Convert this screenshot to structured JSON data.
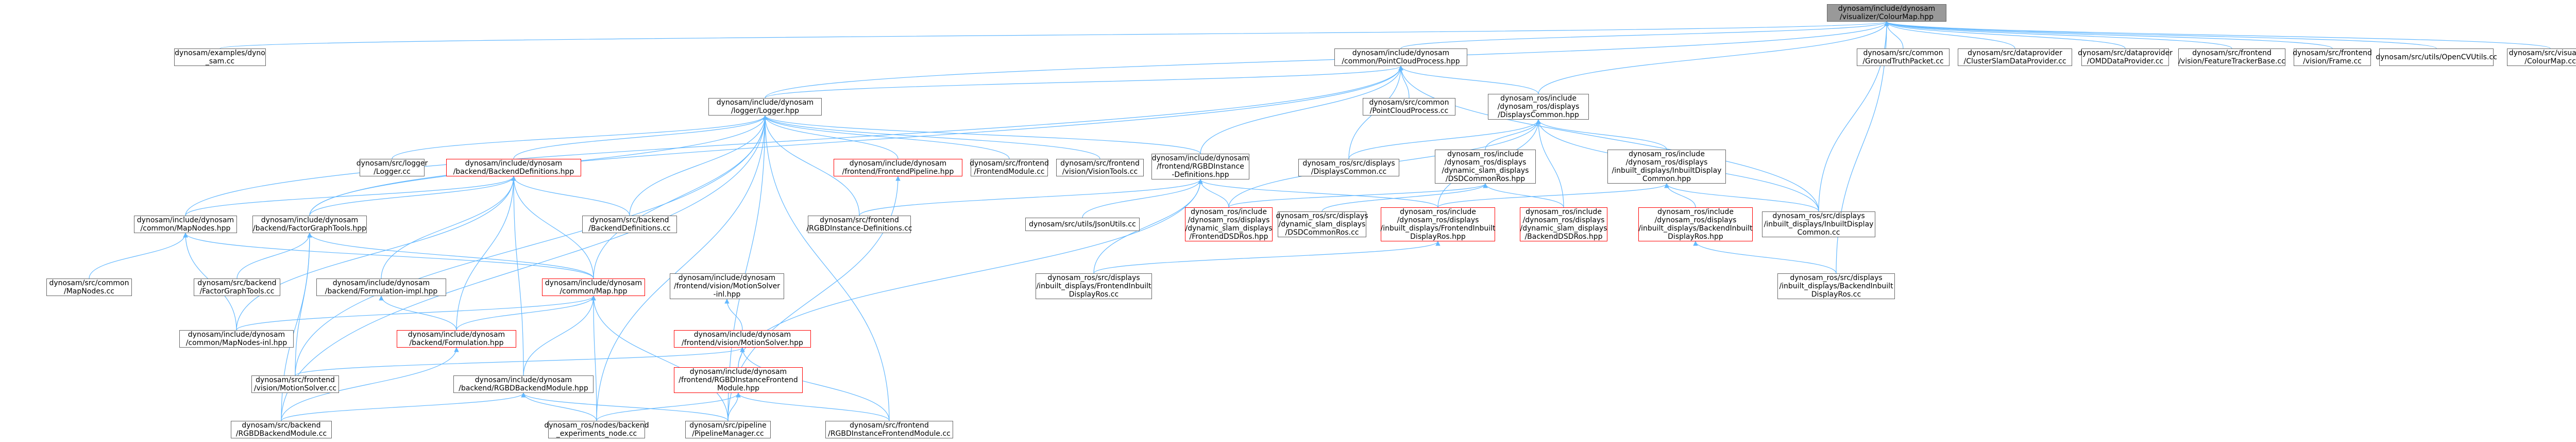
{
  "colors": {
    "edge": "#63b8ff",
    "node_border": "#666666",
    "highlight_border": "#ff0000",
    "root_fill": "#999999",
    "background": "#ffffff"
  },
  "nodes": [
    {
      "id": "root",
      "lines": [
        "dynosam/include/dynosam",
        "/visualizer/ColourMap.hpp"
      ],
      "style": "root"
    },
    {
      "id": "example_dyno_sam",
      "lines": [
        "dynosam/examples/dyno",
        "_sam.cc"
      ]
    },
    {
      "id": "point_cloud_process",
      "lines": [
        "dynosam/include/dynosam",
        "/common/PointCloudProcess.hpp"
      ]
    },
    {
      "id": "ground_truth_packet",
      "lines": [
        "dynosam/src/common",
        "/GroundTruthPacket.cc"
      ]
    },
    {
      "id": "cluster_slam_dp",
      "lines": [
        "dynosam/src/dataprovider",
        "/ClusterSlamDataProvider.cc"
      ]
    },
    {
      "id": "omd_dp",
      "lines": [
        "dynosam/src/dataprovider",
        "/OMDDataProvider.cc"
      ]
    },
    {
      "id": "feature_tracker_base",
      "lines": [
        "dynosam/src/frontend",
        "/vision/FeatureTrackerBase.cc"
      ]
    },
    {
      "id": "vision_frame",
      "lines": [
        "dynosam/src/frontend",
        "/vision/Frame.cc"
      ]
    },
    {
      "id": "opencv_utils",
      "lines": [
        "dynosam/src/utils/OpenCVUtils.cc"
      ]
    },
    {
      "id": "colour_map_cc",
      "lines": [
        "dynosam/src/visualizer",
        "/ColourMap.cc"
      ]
    },
    {
      "id": "logger_hpp",
      "lines": [
        "dynosam/include/dynosam",
        "/logger/Logger.hpp"
      ]
    },
    {
      "id": "point_cloud_process_cc",
      "lines": [
        "dynosam/src/common",
        "/PointCloudProcess.cc"
      ]
    },
    {
      "id": "displays_common_hpp",
      "lines": [
        "dynosam_ros/include",
        "/dynosam_ros/displays",
        "/DisplaysCommon.hpp"
      ]
    },
    {
      "id": "logger_cc",
      "lines": [
        "dynosam/src/logger",
        "/Logger.cc"
      ]
    },
    {
      "id": "backend_definitions_hpp",
      "lines": [
        "dynosam/include/dynosam",
        "/backend/BackendDefinitions.hpp"
      ],
      "style": "red"
    },
    {
      "id": "frontend_pipeline_hpp",
      "lines": [
        "dynosam/include/dynosam",
        "/frontend/FrontendPipeline.hpp"
      ],
      "style": "red"
    },
    {
      "id": "frontend_module_cc",
      "lines": [
        "dynosam/src/frontend",
        "/FrontendModule.cc"
      ]
    },
    {
      "id": "vision_tools_cc",
      "lines": [
        "dynosam/src/frontend",
        "/vision/VisionTools.cc"
      ]
    },
    {
      "id": "rgbd_instance_defs_hpp",
      "lines": [
        "dynosam/include/dynosam",
        "/frontend/RGBDInstance",
        "-Definitions.hpp"
      ]
    },
    {
      "id": "displays_common_cc",
      "lines": [
        "dynosam_ros/src/displays",
        "/DisplaysCommon.cc"
      ]
    },
    {
      "id": "dsd_common_ros_hpp",
      "lines": [
        "dynosam_ros/include",
        "/dynosam_ros/displays",
        "/dynamic_slam_displays",
        "/DSDCommonRos.hpp"
      ]
    },
    {
      "id": "inbuilt_display_common_hpp",
      "lines": [
        "dynosam_ros/include",
        "/dynosam_ros/displays",
        "/inbuilt_displays/InbuiltDisplay",
        "Common.hpp"
      ]
    },
    {
      "id": "common_map_nodes_hpp",
      "lines": [
        "dynosam/include/dynosam",
        "/common/MapNodes.hpp"
      ]
    },
    {
      "id": "factor_graph_tools_hpp",
      "lines": [
        "dynosam/include/dynosam",
        "/backend/FactorGraphTools.hpp"
      ]
    },
    {
      "id": "backend_definitions_cc",
      "lines": [
        "dynosam/src/backend",
        "/BackendDefinitions.cc"
      ]
    },
    {
      "id": "rgbd_instance_defs_cc",
      "lines": [
        "dynosam/src/frontend",
        "/RGBDInstance-Definitions.cc"
      ]
    },
    {
      "id": "json_utils_cc",
      "lines": [
        "dynosam/src/utils/JsonUtils.cc"
      ]
    },
    {
      "id": "frontend_dsd_ros_hpp",
      "lines": [
        "dynosam_ros/include",
        "/dynosam_ros/displays",
        "/dynamic_slam_displays",
        "/FrontendDSDRos.hpp"
      ],
      "style": "red"
    },
    {
      "id": "dsd_common_ros_cc",
      "lines": [
        "dynosam_ros/src/displays",
        "/dynamic_slam_displays",
        "/DSDCommonRos.cc"
      ]
    },
    {
      "id": "frontend_inbuilt_display_ros_hpp",
      "lines": [
        "dynosam_ros/include",
        "/dynosam_ros/displays",
        "/inbuilt_displays/FrontendInbuilt",
        "DisplayRos.hpp"
      ],
      "style": "red"
    },
    {
      "id": "backend_dsd_ros_hpp",
      "lines": [
        "dynosam_ros/include",
        "/dynosam_ros/displays",
        "/dynamic_slam_displays",
        "/BackendDSDRos.hpp"
      ],
      "style": "red"
    },
    {
      "id": "backend_inbuilt_display_ros_hpp",
      "lines": [
        "dynosam_ros/include",
        "/dynosam_ros/displays",
        "/inbuilt_displays/BackendInbuilt",
        "DisplayRos.hpp"
      ],
      "style": "red"
    },
    {
      "id": "inbuilt_display_common_cc",
      "lines": [
        "dynosam_ros/src/displays",
        "/inbuilt_displays/InbuiltDisplay",
        "Common.cc"
      ]
    },
    {
      "id": "map_nodes_cc",
      "lines": [
        "dynosam/src/common",
        "/MapNodes.cc"
      ]
    },
    {
      "id": "factor_graph_tools_cc",
      "lines": [
        "dynosam/src/backend",
        "/FactorGraphTools.cc"
      ]
    },
    {
      "id": "formulation_impl_hpp",
      "lines": [
        "dynosam/include/dynosam",
        "/backend/Formulation-impl.hpp"
      ]
    },
    {
      "id": "common_map_hpp",
      "lines": [
        "dynosam/include/dynosam",
        "/common/Map.hpp"
      ],
      "style": "red"
    },
    {
      "id": "motion_solver_inl_hpp",
      "lines": [
        "dynosam/include/dynosam",
        "/frontend/vision/MotionSolver",
        "-inl.hpp"
      ]
    },
    {
      "id": "frontend_inbuilt_display_ros_cc",
      "lines": [
        "dynosam_ros/src/displays",
        "/inbuilt_displays/FrontendInbuilt",
        "DisplayRos.cc"
      ]
    },
    {
      "id": "backend_inbuilt_display_ros_cc",
      "lines": [
        "dynosam_ros/src/displays",
        "/inbuilt_displays/BackendInbuilt",
        "DisplayRos.cc"
      ]
    },
    {
      "id": "map_nodes_inl_hpp",
      "lines": [
        "dynosam/include/dynosam",
        "/common/MapNodes-inl.hpp"
      ]
    },
    {
      "id": "backend_formulation_hpp",
      "lines": [
        "dynosam/include/dynosam",
        "/backend/Formulation.hpp"
      ],
      "style": "red"
    },
    {
      "id": "motion_solver_hpp",
      "lines": [
        "dynosam/include/dynosam",
        "/frontend/vision/MotionSolver.hpp"
      ],
      "style": "red"
    },
    {
      "id": "motion_solver_cc",
      "lines": [
        "dynosam/src/frontend",
        "/vision/MotionSolver.cc"
      ]
    },
    {
      "id": "rgbd_backend_module_hpp",
      "lines": [
        "dynosam/include/dynosam",
        "/backend/RGBDBackendModule.hpp"
      ]
    },
    {
      "id": "rgbd_instance_frontend_module_hpp",
      "lines": [
        "dynosam/include/dynosam",
        "/frontend/RGBDInstanceFrontend",
        "Module.hpp"
      ],
      "style": "red"
    },
    {
      "id": "rgbd_backend_module_cc",
      "lines": [
        "dynosam/src/backend",
        "/RGBDBackendModule.cc"
      ]
    },
    {
      "id": "backend_experiments_node_cc",
      "lines": [
        "dynosam_ros/nodes/backend",
        "_experiments_node.cc"
      ]
    },
    {
      "id": "pipeline_manager_cc",
      "lines": [
        "dynosam/src/pipeline",
        "/PipelineManager.cc"
      ]
    },
    {
      "id": "rgbd_instance_frontend_module_cc",
      "lines": [
        "dynosam/src/frontend",
        "/RGBDInstanceFrontendModule.cc"
      ]
    }
  ],
  "edges": [
    [
      "root",
      "example_dyno_sam"
    ],
    [
      "root",
      "point_cloud_process"
    ],
    [
      "root",
      "ground_truth_packet"
    ],
    [
      "root",
      "cluster_slam_dp"
    ],
    [
      "root",
      "omd_dp"
    ],
    [
      "root",
      "feature_tracker_base"
    ],
    [
      "root",
      "vision_frame"
    ],
    [
      "root",
      "opencv_utils"
    ],
    [
      "root",
      "colour_map_cc"
    ],
    [
      "root",
      "displays_common_hpp"
    ],
    [
      "root",
      "logger_hpp"
    ],
    [
      "root",
      "inbuilt_display_common_cc"
    ],
    [
      "root",
      "backend_inbuilt_display_ros_cc"
    ],
    [
      "point_cloud_process",
      "logger_hpp"
    ],
    [
      "point_cloud_process",
      "point_cloud_process_cc"
    ],
    [
      "point_cloud_process",
      "displays_common_hpp"
    ],
    [
      "point_cloud_process",
      "rgbd_instance_defs_hpp"
    ],
    [
      "point_cloud_process",
      "displays_common_cc"
    ],
    [
      "point_cloud_process",
      "common_map_nodes_hpp"
    ],
    [
      "point_cloud_process",
      "factor_graph_tools_hpp"
    ],
    [
      "point_cloud_process",
      "inbuilt_display_common_cc"
    ],
    [
      "logger_hpp",
      "logger_cc"
    ],
    [
      "logger_hpp",
      "backend_definitions_hpp"
    ],
    [
      "logger_hpp",
      "frontend_pipeline_hpp"
    ],
    [
      "logger_hpp",
      "frontend_module_cc"
    ],
    [
      "logger_hpp",
      "vision_tools_cc"
    ],
    [
      "logger_hpp",
      "rgbd_instance_defs_hpp"
    ],
    [
      "logger_hpp",
      "backend_definitions_cc"
    ],
    [
      "logger_hpp",
      "rgbd_instance_defs_cc"
    ],
    [
      "logger_hpp",
      "factor_graph_tools_hpp"
    ],
    [
      "logger_hpp",
      "common_map_hpp"
    ],
    [
      "logger_hpp",
      "motion_solver_cc"
    ],
    [
      "logger_hpp",
      "rgbd_backend_module_cc"
    ],
    [
      "logger_hpp",
      "backend_experiments_node_cc"
    ],
    [
      "logger_hpp",
      "pipeline_manager_cc"
    ],
    [
      "logger_hpp",
      "rgbd_instance_frontend_module_cc"
    ],
    [
      "displays_common_hpp",
      "displays_common_cc"
    ],
    [
      "displays_common_hpp",
      "dsd_common_ros_hpp"
    ],
    [
      "displays_common_hpp",
      "inbuilt_display_common_hpp"
    ],
    [
      "displays_common_hpp",
      "frontend_dsd_ros_hpp"
    ],
    [
      "displays_common_hpp",
      "backend_dsd_ros_hpp"
    ],
    [
      "displays_common_hpp",
      "frontend_inbuilt_display_ros_hpp"
    ],
    [
      "displays_common_hpp",
      "inbuilt_display_common_cc"
    ],
    [
      "backend_definitions_hpp",
      "common_map_nodes_hpp"
    ],
    [
      "backend_definitions_hpp",
      "factor_graph_tools_hpp"
    ],
    [
      "backend_definitions_hpp",
      "backend_definitions_cc"
    ],
    [
      "backend_definitions_hpp",
      "formulation_impl_hpp"
    ],
    [
      "backend_definitions_hpp",
      "common_map_hpp"
    ],
    [
      "backend_definitions_hpp",
      "backend_formulation_hpp"
    ],
    [
      "backend_definitions_hpp",
      "rgbd_backend_module_hpp"
    ],
    [
      "backend_definitions_hpp",
      "map_nodes_inl_hpp"
    ],
    [
      "rgbd_instance_defs_hpp",
      "rgbd_instance_defs_cc"
    ],
    [
      "rgbd_instance_defs_hpp",
      "json_utils_cc"
    ],
    [
      "rgbd_instance_defs_hpp",
      "frontend_dsd_ros_hpp"
    ],
    [
      "rgbd_instance_defs_hpp",
      "frontend_inbuilt_display_ros_hpp"
    ],
    [
      "rgbd_instance_defs_hpp",
      "rgbd_instance_frontend_module_hpp"
    ],
    [
      "rgbd_instance_defs_hpp",
      "frontend_inbuilt_display_ros_cc"
    ],
    [
      "dsd_common_ros_hpp",
      "frontend_dsd_ros_hpp"
    ],
    [
      "dsd_common_ros_hpp",
      "dsd_common_ros_cc"
    ],
    [
      "dsd_common_ros_hpp",
      "backend_dsd_ros_hpp"
    ],
    [
      "inbuilt_display_common_hpp",
      "frontend_inbuilt_display_ros_hpp"
    ],
    [
      "inbuilt_display_common_hpp",
      "backend_inbuilt_display_ros_hpp"
    ],
    [
      "inbuilt_display_common_hpp",
      "inbuilt_display_common_cc"
    ],
    [
      "frontend_inbuilt_display_ros_hpp",
      "frontend_inbuilt_display_ros_cc"
    ],
    [
      "backend_inbuilt_display_ros_hpp",
      "backend_inbuilt_display_ros_cc"
    ],
    [
      "common_map_nodes_hpp",
      "map_nodes_cc"
    ],
    [
      "common_map_nodes_hpp",
      "common_map_hpp"
    ],
    [
      "common_map_nodes_hpp",
      "map_nodes_inl_hpp"
    ],
    [
      "factor_graph_tools_hpp",
      "factor_graph_tools_cc"
    ],
    [
      "factor_graph_tools_hpp",
      "common_map_hpp"
    ],
    [
      "factor_graph_tools_hpp",
      "rgbd_backend_module_cc"
    ],
    [
      "factor_graph_tools_hpp",
      "motion_solver_cc"
    ],
    [
      "formulation_impl_hpp",
      "backend_formulation_hpp"
    ],
    [
      "common_map_hpp",
      "map_nodes_inl_hpp"
    ],
    [
      "common_map_hpp",
      "backend_formulation_hpp"
    ],
    [
      "common_map_hpp",
      "rgbd_backend_module_hpp"
    ],
    [
      "common_map_hpp",
      "backend_experiments_node_cc"
    ],
    [
      "common_map_hpp",
      "pipeline_manager_cc"
    ],
    [
      "motion_solver_inl_hpp",
      "motion_solver_hpp"
    ],
    [
      "backend_formulation_hpp",
      "rgbd_backend_module_cc"
    ],
    [
      "motion_solver_hpp",
      "motion_solver_cc"
    ],
    [
      "motion_solver_hpp",
      "rgbd_instance_frontend_module_hpp"
    ],
    [
      "motion_solver_hpp",
      "rgbd_instance_frontend_module_cc"
    ],
    [
      "rgbd_backend_module_hpp",
      "rgbd_backend_module_cc"
    ],
    [
      "rgbd_backend_module_hpp",
      "backend_experiments_node_cc"
    ],
    [
      "rgbd_backend_module_hpp",
      "pipeline_manager_cc"
    ],
    [
      "rgbd_instance_frontend_module_hpp",
      "backend_experiments_node_cc"
    ],
    [
      "rgbd_instance_frontend_module_hpp",
      "pipeline_manager_cc"
    ],
    [
      "rgbd_instance_frontend_module_hpp",
      "rgbd_instance_frontend_module_cc"
    ],
    [
      "frontend_pipeline_hpp",
      "pipeline_manager_cc"
    ]
  ]
}
